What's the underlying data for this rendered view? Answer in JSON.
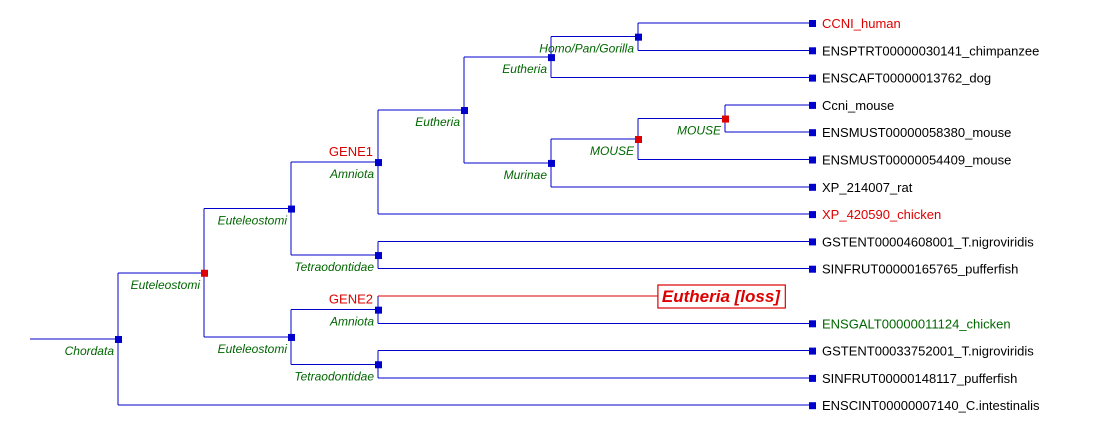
{
  "colors": {
    "branch": "#0000cc",
    "speciation": "#0000cc",
    "duplication": "#dd0000",
    "highlight_red": "#dd0000",
    "highlight_green": "#006600",
    "default_text": "#000000",
    "node_label": "#006600",
    "loss": "#dd0000"
  },
  "tree": {
    "name": "Chordata",
    "type": "speciation",
    "children": [
      {
        "name": "Euteleostomi",
        "type": "duplication",
        "children": [
          {
            "name": "Euteleostomi",
            "type": "speciation",
            "children": [
              {
                "name": "Amniota",
                "event": "GENE1",
                "type": "speciation",
                "children": [
                  {
                    "name": "Eutheria",
                    "type": "speciation",
                    "children": [
                      {
                        "name": "Eutheria",
                        "type": "speciation",
                        "children": [
                          {
                            "name": "Homo/Pan/Gorilla",
                            "type": "speciation",
                            "children": [
                              {
                                "leaf": "CCNI_human",
                                "color": "red"
                              },
                              {
                                "leaf": "ENSPTRT00000030141_chimpanzee"
                              }
                            ]
                          },
                          {
                            "leaf": "ENSCAFT00000013762_dog"
                          }
                        ]
                      },
                      {
                        "name": "Murinae",
                        "type": "speciation",
                        "children": [
                          {
                            "name": "MOUSE",
                            "type": "duplication",
                            "children": [
                              {
                                "name": "MOUSE",
                                "type": "duplication",
                                "children": [
                                  {
                                    "leaf": "Ccni_mouse"
                                  },
                                  {
                                    "leaf": "ENSMUST00000058380_mouse"
                                  }
                                ]
                              },
                              {
                                "leaf": "ENSMUST00000054409_mouse"
                              }
                            ]
                          },
                          {
                            "leaf": "XP_214007_rat"
                          }
                        ]
                      }
                    ]
                  },
                  {
                    "leaf": "XP_420590_chicken",
                    "color": "red"
                  }
                ]
              },
              {
                "name": "Tetraodontidae",
                "type": "speciation",
                "children": [
                  {
                    "leaf": "GSTENT00004608001_T.nigroviridis"
                  },
                  {
                    "leaf": "SINFRUT00000165765_pufferfish"
                  }
                ]
              }
            ]
          },
          {
            "name": "Euteleostomi",
            "type": "speciation",
            "children": [
              {
                "name": "Amniota",
                "event": "GENE2",
                "type": "speciation",
                "children": [
                  {
                    "loss": "Eutheria [loss]"
                  },
                  {
                    "leaf": "ENSGALT00000011124_chicken",
                    "color": "green"
                  }
                ]
              },
              {
                "name": "Tetraodontidae",
                "type": "speciation",
                "children": [
                  {
                    "leaf": "GSTENT00033752001_T.nigroviridis"
                  },
                  {
                    "leaf": "SINFRUT00000148117_pufferfish"
                  }
                ]
              }
            ]
          }
        ]
      },
      {
        "leaf": "ENSCINT00000007140_C.intestinalis"
      }
    ]
  }
}
